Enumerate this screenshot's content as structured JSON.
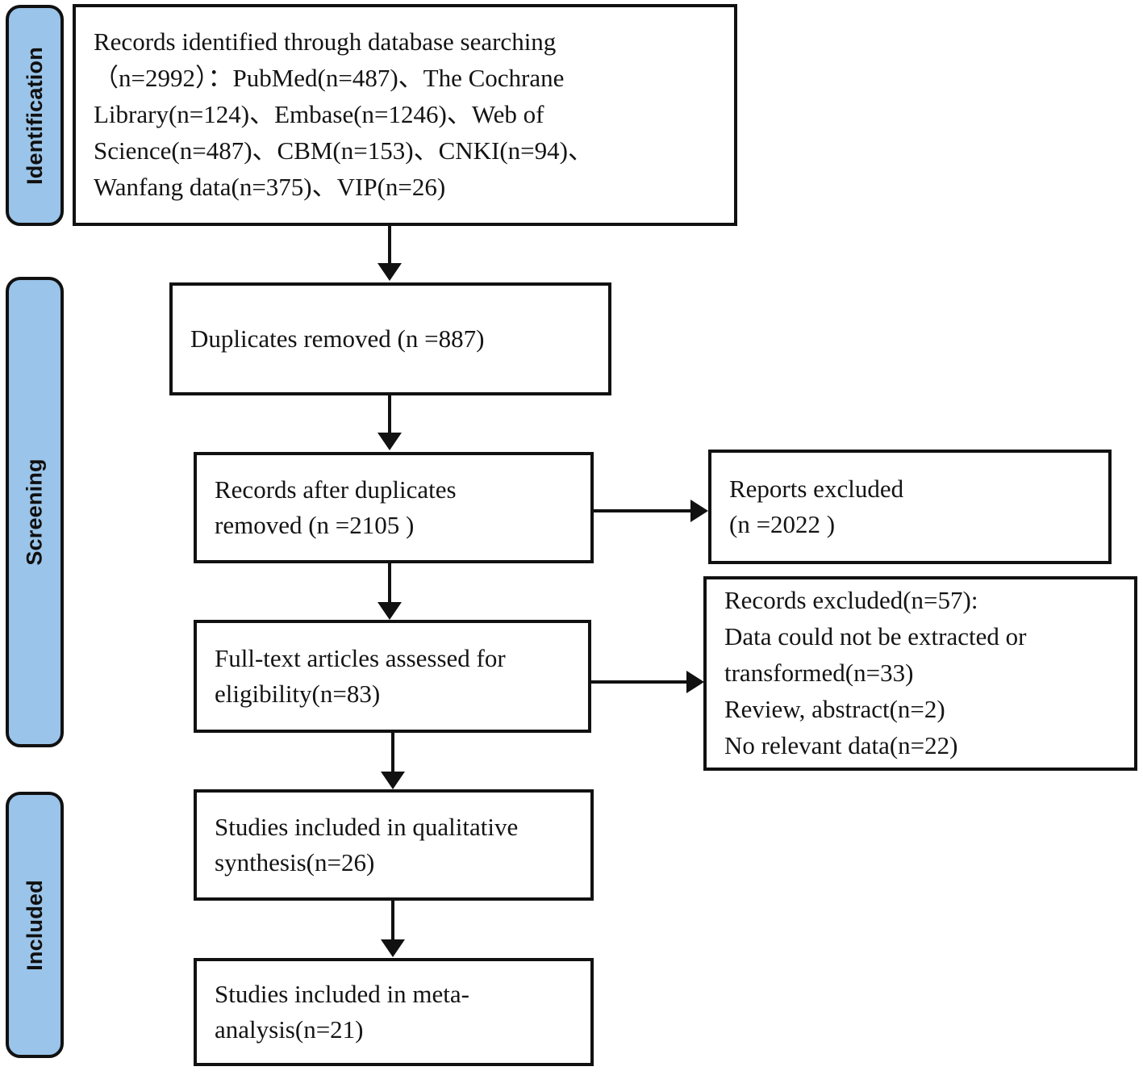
{
  "diagram": {
    "type": "prisma-flow-diagram",
    "accent_color": "#9AC4E9",
    "line_color": "#111111",
    "background": "#ffffff",
    "phases": [
      {
        "id": "identification",
        "label": "Identification"
      },
      {
        "id": "screening",
        "label": "Screening"
      },
      {
        "id": "included",
        "label": "Included"
      }
    ],
    "boxes": {
      "records_identified": {
        "text": "Records identified through database searching\n（n=2992）：PubMed(n=487)、The Cochrane\nLibrary(n=124)、Embase(n=1246)、Web of\nScience(n=487)、CBM(n=153)、CNKI(n=94)、\nWanfang data(n=375)、VIP(n=26)"
      },
      "duplicates_removed": {
        "text": "Duplicates removed (n =887)"
      },
      "records_after_duplicates": {
        "text": "Records after duplicates\nremoved (n =2105 )"
      },
      "reports_excluded": {
        "text": "Reports excluded\n(n =2022 )"
      },
      "fulltext_assessed": {
        "text": "Full-text articles assessed for\neligibility(n=83)"
      },
      "records_excluded": {
        "text": "Records excluded(n=57):\nData could not be extracted or\ntransformed(n=33)\nReview, abstract(n=2)\nNo relevant data(n=22)"
      },
      "qualitative_synthesis": {
        "text": "Studies included in qualitative\nsynthesis(n=26)"
      },
      "meta_analysis": {
        "text": "Studies included in meta-\nanalysis(n=21)"
      }
    },
    "counts": {
      "total_identified": 2992,
      "pubmed": 487,
      "cochrane_library": 124,
      "embase": 1246,
      "web_of_science": 487,
      "cbm": 153,
      "cnki": 94,
      "wanfang_data": 375,
      "vip": 26,
      "duplicates_removed": 887,
      "records_after_duplicates": 2105,
      "reports_excluded": 2022,
      "fulltext_assessed": 83,
      "records_excluded_total": 57,
      "excluded_not_extractable": 33,
      "excluded_review_abstract": 2,
      "excluded_no_relevant_data": 22,
      "qualitative_synthesis": 26,
      "meta_analysis": 21
    }
  }
}
